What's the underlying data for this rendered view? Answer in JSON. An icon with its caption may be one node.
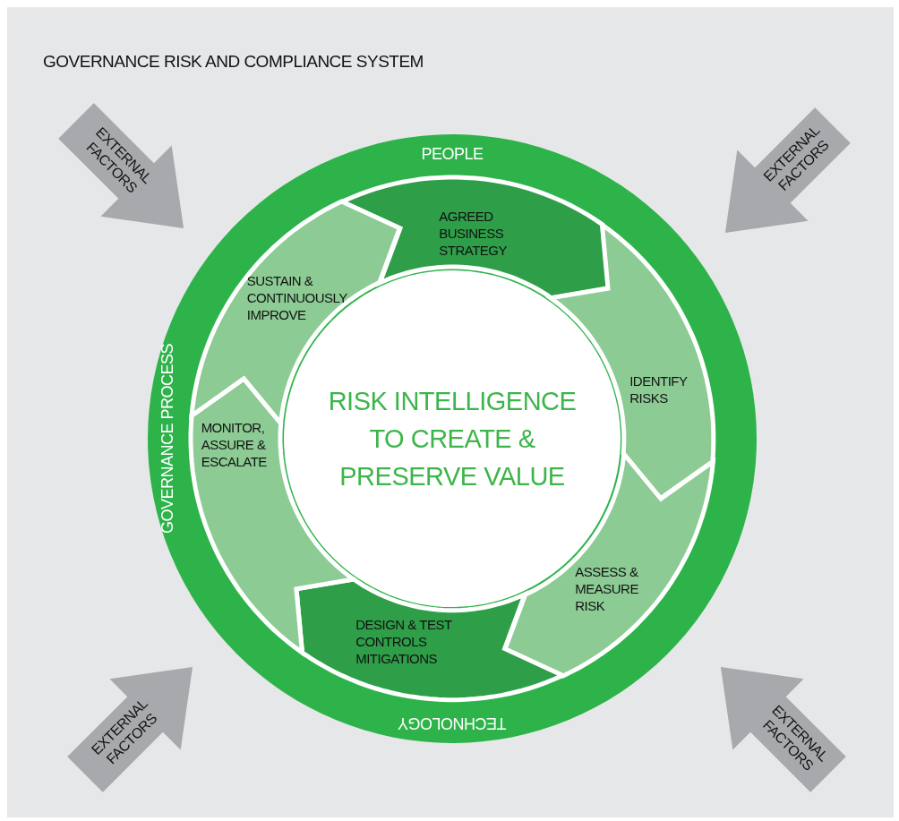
{
  "diagram": {
    "title": "GOVERNANCE RISK AND COMPLIANCE SYSTEM",
    "nodes": [
      {
        "text": [
          "PEOPLE",
          "GOVERNANCE PROCESS",
          "TECHNOLOGY"
        ]
      },
      {
        "text": [
          "AGREED BUSINESS STRATEGY"
        ],
        "in": 0
      },
      {
        "text": [
          "IDENTIFY RISKS"
        ],
        "in": 0
      },
      {
        "text": [
          "ASSESS & MEASURE RISK"
        ],
        "in": 0
      },
      {
        "text": [
          "DESIGN & TEST CONTROLS MITIGATIONS"
        ],
        "in": 0
      },
      {
        "text": [
          "MONITOR, ASSURE & ESCALATE"
        ],
        "in": 0
      },
      {
        "text": [
          "SUSTAIN & CONTINUOUSLY IMPROVE"
        ],
        "in": 0
      },
      {
        "text": [
          "RISK INTELLIGENCE TO CREATE & PRESERVE VALUE"
        ],
        "in": 0
      },
      {
        "text": [
          "EXTERNAL FACTORS"
        ]
      },
      {
        "text": [
          "EXTERNAL FACTORS"
        ]
      },
      {
        "text": [
          "EXTERNAL FACTORS"
        ]
      },
      {
        "text": [
          "EXTERNAL FACTORS"
        ]
      }
    ]
  }
}
